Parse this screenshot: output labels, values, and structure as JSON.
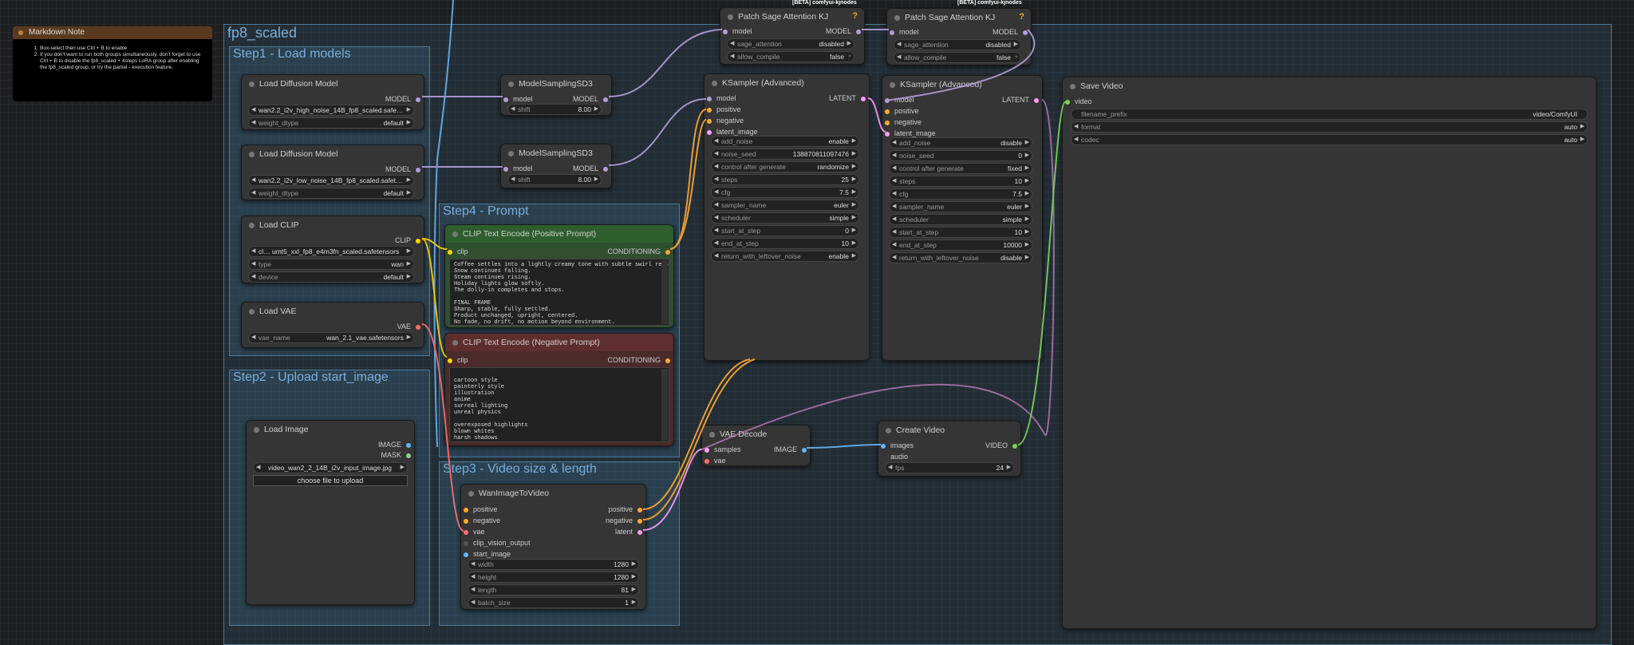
{
  "note": {
    "title": "Markdown Note",
    "items": [
      "Box-select then use Ctrl + B to enable",
      "If you don't want to run both groups simultaneously, don't forget to use Ctrl + B to disable the fp8_scaled + 4steps LoRA group after enabling the fp8_scaled group, or try the partial - execution feature."
    ]
  },
  "groups": {
    "main": "fp8_scaled",
    "step1": "Step1 - Load models",
    "step2": "Step2 - Upload start_image",
    "step3": "Step3 - Video size & length",
    "step4": "Step4 - Prompt"
  },
  "top_labels": [
    "[BETA] comfyui-kjnodes",
    "[BETA] comfyui-kjnodes"
  ],
  "load_diff1": {
    "title": "Load Diffusion Model",
    "out": "MODEL",
    "unet": "wan2.2_i2v_high_noise_14B_fp8_scaled.safe…",
    "dtype_label": "weight_dtype",
    "dtype": "default"
  },
  "load_diff2": {
    "title": "Load Diffusion Model",
    "out": "MODEL",
    "unet": "wan2.2_i2v_low_noise_14B_fp8_scaled.safet…",
    "dtype_label": "weight_dtype",
    "dtype": "default"
  },
  "load_clip": {
    "title": "Load CLIP",
    "out": "CLIP",
    "name": "cl… umt5_xxl_fp8_e4m3fn_scaled.safetensors",
    "type_label": "type",
    "type": "wan",
    "device_label": "device",
    "device": "default"
  },
  "load_vae": {
    "title": "Load VAE",
    "out": "VAE",
    "label": "vae_name",
    "value": "wan_2.1_vae.safetensors"
  },
  "load_image": {
    "title": "Load Image",
    "out1": "IMAGE",
    "out2": "MASK",
    "file": "video_wan2_2_14B_i2v_input_image.jpg",
    "upload": "choose file to upload"
  },
  "msd1": {
    "title": "ModelSamplingSD3",
    "in": "model",
    "out": "MODEL",
    "shift_label": "shift",
    "shift": "8.00"
  },
  "msd2": {
    "title": "ModelSamplingSD3",
    "in": "model",
    "out": "MODEL",
    "shift_label": "shift",
    "shift": "8.00"
  },
  "pos": {
    "title": "CLIP Text Encode (Positive Prompt)",
    "in": "clip",
    "out": "CONDITIONING",
    "text": "Coffee settles into a lightly creamy tone with subtle swirl remnants.\nSnow continues falling.\nSteam continues rising.\nHoliday lights glow softly.\nThe dolly-in completes and stops.\n\nFINAL FRAME\nSharp, stable, fully settled.\nProduct unchanged, upright, centered.\nNo fade, no drift, no motion beyond environment."
  },
  "neg": {
    "title": "CLIP Text Encode (Negative Prompt)",
    "in": "clip",
    "out": "CONDITIONING",
    "text": "cartoon style\npainterly style\nillustration\nanime\nsurreal lighting\nunreal physics\n\noverexposed highlights\nblown whites\nharsh shadows"
  },
  "wan": {
    "title": "WanImageToVideo",
    "in_pos": "positive",
    "in_neg": "negative",
    "in_vae": "vae",
    "in_cv": "clip_vision_output",
    "in_si": "start_image",
    "out_pos": "positive",
    "out_neg": "negative",
    "out_lat": "latent",
    "w_label": "width",
    "w": "1280",
    "h_label": "height",
    "h": "1280",
    "len_label": "length",
    "len": "81",
    "bs_label": "batch_size",
    "bs": "1"
  },
  "psa1": {
    "title": "Patch Sage Attention KJ",
    "in": "model",
    "out": "MODEL",
    "sa_label": "sage_attention",
    "sa": "disabled",
    "ac_label": "allow_compile",
    "ac": "false"
  },
  "psa2": {
    "title": "Patch Sage Attention KJ",
    "in": "model",
    "out": "MODEL",
    "sa_label": "sage_attention",
    "sa": "disabled",
    "ac_label": "allow_compile",
    "ac": "false"
  },
  "ks1": {
    "title": "KSampler (Advanced)",
    "in": [
      "model",
      "positive",
      "negative",
      "latent_image"
    ],
    "out": "LATENT",
    "rows": [
      [
        "add_noise",
        "enable"
      ],
      [
        "noise_seed",
        "1388708110974​76"
      ],
      [
        "control after generate",
        "randomize"
      ],
      [
        "steps",
        "25"
      ],
      [
        "cfg",
        "7.5"
      ],
      [
        "sampler_name",
        "euler"
      ],
      [
        "scheduler",
        "simple"
      ],
      [
        "start_at_step",
        "0"
      ],
      [
        "end_at_step",
        "10"
      ],
      [
        "return_with_leftover_noise",
        "enable"
      ]
    ]
  },
  "ks2": {
    "title": "KSampler (Advanced)",
    "in": [
      "model",
      "positive",
      "negative",
      "latent_image"
    ],
    "out": "LATENT",
    "rows": [
      [
        "add_noise",
        "disable"
      ],
      [
        "noise_seed",
        "0"
      ],
      [
        "control after generate",
        "fixed"
      ],
      [
        "steps",
        "10"
      ],
      [
        "cfg",
        "7.5"
      ],
      [
        "sampler_name",
        "euler"
      ],
      [
        "scheduler",
        "simple"
      ],
      [
        "start_at_step",
        "10"
      ],
      [
        "end_at_step",
        "10000"
      ],
      [
        "return_with_leftover_noise",
        "disable"
      ]
    ]
  },
  "vae_decode": {
    "title": "VAE Decode",
    "in1": "samples",
    "in2": "vae",
    "out": "IMAGE"
  },
  "create_video": {
    "title": "Create Video",
    "in1": "images",
    "in2": "audio",
    "out": "VIDEO",
    "fps_label": "fps",
    "fps": "24"
  },
  "save_video": {
    "title": "Save Video",
    "in": "video",
    "rows": [
      [
        "filename_prefix",
        "video/ComfyUI"
      ],
      [
        "format",
        "auto"
      ],
      [
        "codec",
        "auto"
      ]
    ]
  },
  "colors": {
    "model": "#b39ddb",
    "clip": "#ffd500",
    "cond": "#ffa931",
    "vae": "#ff6e6e",
    "image": "#64b5f6",
    "latent": "#ff9cf9",
    "video": "#7bd65b"
  }
}
